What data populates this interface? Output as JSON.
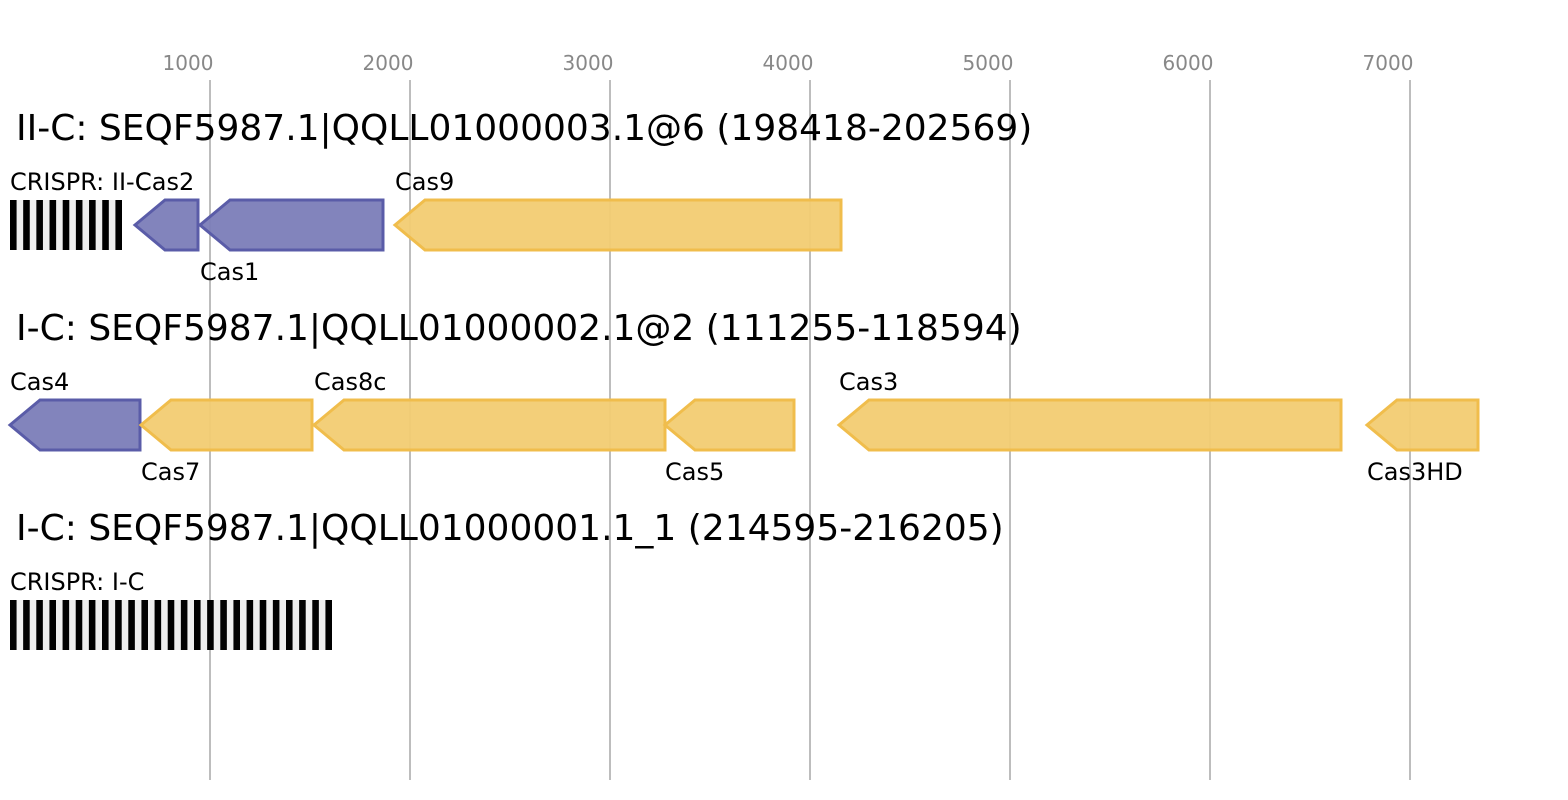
{
  "axis": {
    "unit": "bp",
    "ticks": [
      1000,
      2000,
      3000,
      4000,
      5000,
      6000,
      7000
    ],
    "range": [
      0,
      7790
    ]
  },
  "colors": {
    "adaptation": {
      "fill": "#7b7db8",
      "stroke": "#5a5ca8"
    },
    "effector": {
      "fill": "#f2cc72",
      "stroke": "#f0bd4c"
    },
    "crispr_dark": "#000000",
    "crispr_light": "#eeeeee",
    "grid": "#bdbdbd",
    "tick_text": "#888888"
  },
  "tracks": [
    {
      "title": "II-C: SEQF5987.1|QQLL01000003.1@6 (198418-202569)",
      "elements": [
        {
          "type": "crispr",
          "label": "CRISPR: II-C",
          "start": 0,
          "end": 560,
          "repeats": 9,
          "label_pos": "above"
        },
        {
          "type": "gene",
          "label": "Cas2",
          "start": 625,
          "end": 940,
          "strand": "-",
          "category": "adaptation",
          "label_pos": "above"
        },
        {
          "type": "gene",
          "label": "Cas1",
          "start": 950,
          "end": 1865,
          "strand": "-",
          "category": "adaptation",
          "label_pos": "below"
        },
        {
          "type": "gene",
          "label": "Cas9",
          "start": 1925,
          "end": 4155,
          "strand": "-",
          "category": "effector",
          "label_pos": "above"
        }
      ]
    },
    {
      "title": "I-C: SEQF5987.1|QQLL01000002.1@2 (111255-118594)",
      "elements": [
        {
          "type": "gene",
          "label": "Cas4",
          "start": 0,
          "end": 650,
          "strand": "-",
          "category": "adaptation",
          "label_pos": "above"
        },
        {
          "type": "gene",
          "label": "Cas7",
          "start": 655,
          "end": 1510,
          "strand": "-",
          "category": "effector",
          "label_pos": "below"
        },
        {
          "type": "gene",
          "label": "Cas8c",
          "start": 1520,
          "end": 3275,
          "strand": "-",
          "category": "effector",
          "label_pos": "above"
        },
        {
          "type": "gene",
          "label": "Cas5",
          "start": 3275,
          "end": 3920,
          "strand": "-",
          "category": "effector",
          "label_pos": "below"
        },
        {
          "type": "gene",
          "label": "Cas3",
          "start": 4145,
          "end": 6655,
          "strand": "-",
          "category": "effector",
          "label_pos": "above"
        },
        {
          "type": "gene",
          "label": "Cas3HD",
          "start": 6785,
          "end": 7340,
          "strand": "-",
          "category": "effector",
          "label_pos": "below"
        }
      ]
    },
    {
      "title": "I-C: SEQF5987.1|QQLL01000001.1_1 (214595-216205)",
      "elements": [
        {
          "type": "crispr",
          "label": "CRISPR: I-C",
          "start": 0,
          "end": 1610,
          "repeats": 25,
          "label_pos": "above"
        }
      ]
    }
  ]
}
